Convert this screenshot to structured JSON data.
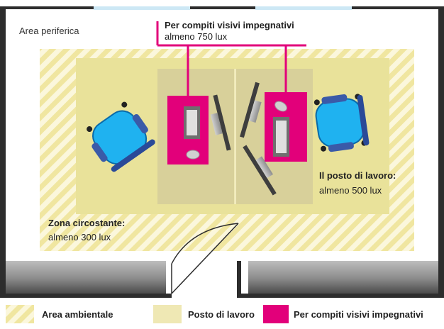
{
  "labels": {
    "area_periferica": "Area periferica",
    "callout_title": "Per compiti visivi impegnativi",
    "callout_value": "almeno 750 lux",
    "posto_title": "Il posto di lavoro:",
    "posto_value": "almeno 500 lux",
    "zona_title": "Zona circostante:",
    "zona_value": "almeno 300 lux"
  },
  "legend": [
    {
      "label": "Area ambientale",
      "pattern": "hatched",
      "color": "#f2e8a8"
    },
    {
      "label": "Posto di lavoro",
      "pattern": "solid",
      "color": "#efe8b4"
    },
    {
      "label": "Per compiti visivi impegnativi",
      "pattern": "solid",
      "color": "#e2007a"
    }
  ],
  "colors": {
    "accent_magenta": "#e2007a",
    "workplace_beige": "#e9e29a",
    "chair_blue": "#1fb2f0",
    "window_blue": "#cde8f5",
    "wall_dark": "#2d2d2d"
  }
}
